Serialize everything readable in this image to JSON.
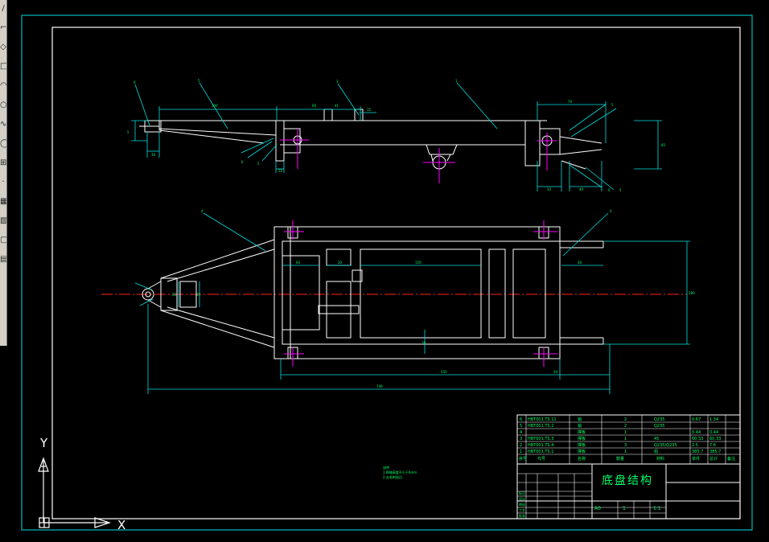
{
  "drawing": {
    "title": "底盘结构",
    "colors": {
      "background": "#000000",
      "outline": "#ffffff",
      "dimension": "#00e0e0",
      "annotation": "#00ff66",
      "centerline": "#ff2020",
      "centermark": "#ff00ff"
    }
  },
  "toolbar": {
    "icons": [
      "line-icon",
      "polyline-icon",
      "polygon-icon",
      "rectangle-icon",
      "arc-icon",
      "circle-icon",
      "spline-icon",
      "ellipse-icon",
      "insert-block-icon",
      "point-icon",
      "hatch-icon",
      "gradient-icon",
      "region-icon",
      "table-icon"
    ]
  },
  "ucs": {
    "x_label": "X",
    "y_label": "Y"
  },
  "title_block": {
    "parts": [
      {
        "num": "6",
        "code": "HBT001.TS.11",
        "name": "销",
        "qty": "2",
        "material": "Q235",
        "w1": "0.67",
        "w2": "1.34"
      },
      {
        "num": "5",
        "code": "HBT001.TS.2",
        "name": "销",
        "qty": "2",
        "material": "Q235",
        "w1": "",
        "w2": ""
      },
      {
        "num": "4",
        "code": "",
        "name": "撑板",
        "qty": "1",
        "material": "",
        "w1": "0.44",
        "w2": "0.44"
      },
      {
        "num": "3",
        "code": "HBT001.TS.3",
        "name": "撑板",
        "qty": "1",
        "material": "45",
        "w1": "60.33",
        "w2": "60.33"
      },
      {
        "num": "2",
        "code": "HBT001.TS.4",
        "name": "撑板",
        "qty": "3",
        "material": "Q235/Q235",
        "w1": "2.5",
        "w2": "7.6"
      },
      {
        "num": "1",
        "code": "HBT001.TS.1",
        "name": "撑板",
        "qty": "1",
        "material": "组",
        "w1": "385.7",
        "w2": "385.7"
      }
    ],
    "header": {
      "num": "序号",
      "code": "代号",
      "name": "名称",
      "qty": "数量",
      "material": "材料",
      "w1": "单件",
      "w2": "总计",
      "note": "备注"
    },
    "scale_row": {
      "stage": "A0",
      "qty": "1",
      "scale": "1:1"
    },
    "label_rows": [
      "标记",
      "设计",
      "审核",
      "工艺",
      "批准"
    ]
  },
  "notes": {
    "title": "说明",
    "lines": [
      "1.焊缝高度不小于6mm",
      "2.去毛刺锐边"
    ]
  }
}
